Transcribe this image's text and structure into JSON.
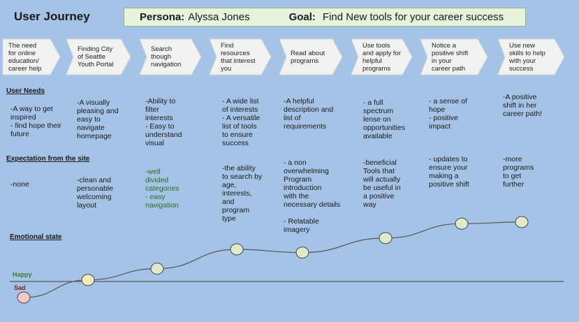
{
  "title": "User Journey",
  "persona": {
    "label": "Persona:",
    "value": "Alyssa Jones"
  },
  "goal": {
    "label": "Goal:",
    "value": "Find New tools for your career success"
  },
  "steps": [
    {
      "lines": [
        "The need",
        "for online",
        "education/",
        "career help"
      ]
    },
    {
      "lines": [
        "Finding City",
        "of Seattle",
        "Youth Portal"
      ]
    },
    {
      "lines": [
        "Search",
        "though",
        "navigation"
      ]
    },
    {
      "lines": [
        "Find",
        "resources",
        "that interest",
        "you"
      ]
    },
    {
      "lines": [
        "Read about",
        "programs"
      ]
    },
    {
      "lines": [
        "Use tools",
        "and apply for",
        "helpful",
        "programs"
      ]
    },
    {
      "lines": [
        "Notice a",
        "positive shift",
        "in your",
        "career path"
      ]
    },
    {
      "lines": [
        "Use new",
        "skills to help",
        "with your",
        "success"
      ]
    }
  ],
  "rows": {
    "user_needs": {
      "header": "User  Needs",
      "cells": [
        [
          "-A way to get",
          "inspired",
          " - find hope their",
          "future"
        ],
        [
          "-A visually",
          "pleasing and",
          "easy to",
          "navigate",
          "homepage"
        ],
        [
          "-Ability to",
          "filter",
          "interests",
          "- Easy to",
          "understand",
          "visual"
        ],
        [
          " - A wide list",
          "of interests",
          " - A versatile",
          "list of tools",
          "to ensure",
          "success"
        ],
        [
          "-A helpful",
          "description and",
          "list of",
          "requirements"
        ],
        [
          "- a full",
          "spectrum",
          "lense on",
          "opportunities",
          "available"
        ],
        [
          " - a sense of",
          "hope",
          "- positive",
          "impact"
        ],
        [
          "-A positive",
          "shift in her",
          "career path!"
        ]
      ]
    },
    "expectation": {
      "header": "Expectation from the site",
      "cells": [
        [
          "-none"
        ],
        [
          "-clean and",
          "personable",
          "welcoming",
          "layout"
        ],
        [
          "-well",
          "divided",
          "categories",
          " - easy",
          "navigation"
        ],
        [
          "-the ability",
          "to search by",
          "age,",
          "interests,",
          "and",
          "program",
          "type"
        ],
        [
          " - a non",
          "overwhelming",
          "Program",
          "introduction",
          "with the",
          "necessary details",
          "",
          " - Relatable",
          "imagery"
        ],
        [
          "-beneficial",
          "Tools that",
          "will actually",
          "be useful in",
          "a positive",
          "way"
        ],
        [
          " - updates to",
          "ensure your",
          "making a",
          "positive shift"
        ],
        [
          "-more",
          "programs",
          "to get",
          "further"
        ]
      ]
    },
    "emotional": {
      "header": "Emotional state"
    }
  },
  "scale": {
    "happy": "Happy",
    "sad": "Sad"
  },
  "emotion_points": [
    {
      "step": 1,
      "level": -1.0,
      "color": "#f4c8c8"
    },
    {
      "step": 2,
      "level": 0.1,
      "color": "#f4ecbf"
    },
    {
      "step": 3,
      "level": 0.8,
      "color": "#dfeacc"
    },
    {
      "step": 4,
      "level": 2.0,
      "color": "#dfeacc"
    },
    {
      "step": 5,
      "level": 1.8,
      "color": "#dfeacc"
    },
    {
      "step": 6,
      "level": 2.7,
      "color": "#dfeacc"
    },
    {
      "step": 7,
      "level": 3.6,
      "color": "#dfeacc"
    },
    {
      "step": 8,
      "level": 3.7,
      "color": "#dfeacc"
    }
  ],
  "colors": {
    "step_fill": "#f2f2f2",
    "step_stroke": "#d8d8d8",
    "curve": "#555555",
    "baseline": "#555555"
  }
}
